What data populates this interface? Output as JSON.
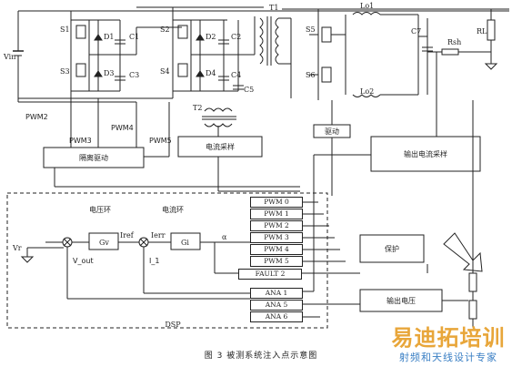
{
  "caption": "图 3   被测系统注入点示意图",
  "watermark": {
    "title": "易迪拓培训",
    "subtitle": "射频和天线设计专家"
  },
  "power_stage": {
    "vin": "Vin",
    "switches": [
      "S1",
      "S2",
      "S3",
      "S4",
      "S5",
      "S6"
    ],
    "diodes": [
      "D1",
      "D2",
      "D3",
      "D4"
    ],
    "caps": [
      "C1",
      "C2",
      "C3",
      "C4",
      "C5",
      "C7"
    ],
    "transformer": "T1",
    "current_transformer": "T2",
    "inductors": [
      "Lo1",
      "Lo2"
    ],
    "shunt": "Rsh",
    "load": "RL"
  },
  "pwm_side_labels": [
    "PWM2",
    "PWM3",
    "PWM4",
    "PWM5"
  ],
  "blocks": {
    "isolated_driver": "隔离驱动",
    "current_sampling": "电流采样",
    "driver": "驱动",
    "output_current_sampling": "输出电流采样",
    "protection": "保护",
    "output_voltage": "输出电压",
    "dsp": "DSP"
  },
  "control": {
    "voltage_loop": "电压环",
    "current_loop": "电流环",
    "vref": "Vr",
    "gv": "Gv",
    "gi": "Gi",
    "iref": "Iref",
    "ierr": "Ierr",
    "alpha": "α",
    "v_out": "V_out",
    "i_1": "I_1"
  },
  "dsp_ports": [
    "PWM 0",
    "PWM 1",
    "PWM 2",
    "PWM 3",
    "PWM 4",
    "PWM 5",
    "FAULT 2",
    "ANA 1",
    "ANA 5",
    "ANA 6"
  ]
}
